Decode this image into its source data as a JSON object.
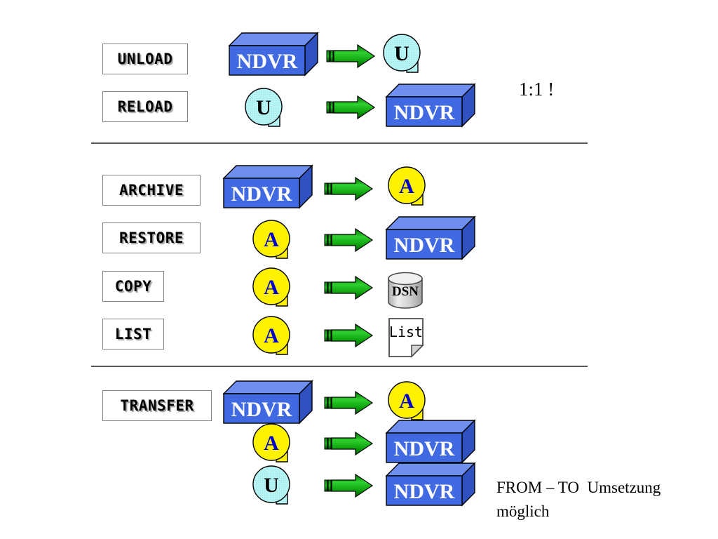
{
  "title": "NDVR tape operations diagram",
  "colors": {
    "ndvr_box_front": "#4169E1",
    "ndvr_box_top": "#6E8FEF",
    "ndvr_box_side": "#2F52C0",
    "ndvr_label_text": "#FFFFFF",
    "archive_tape_fill": "#FFF200",
    "archive_tape_text": "#0000CC",
    "unload_tape_fill": "#B8F4F4",
    "unload_tape_text": "#000000",
    "arrow_green_light": "#33CC33",
    "arrow_green_dark": "#006600",
    "dsn_cylinder_fill": "#D9D9D9",
    "list_page_fill": "#FFFFFF",
    "divider": "#595959",
    "box_border": "#808080"
  },
  "sections": [
    {
      "id": "section-load",
      "rows": [
        {
          "label": "UNLOAD",
          "source": {
            "kind": "ndvr-box",
            "text": "NDVR"
          },
          "arrow": {
            "kind": "arrow-right",
            "direction": "right"
          },
          "target": {
            "kind": "tape-unload",
            "text": "U"
          }
        },
        {
          "label": "RELOAD",
          "source": {
            "kind": "tape-unload",
            "text": "U"
          },
          "arrow": {
            "kind": "arrow-right",
            "direction": "right"
          },
          "target": {
            "kind": "ndvr-box",
            "text": "NDVR"
          }
        }
      ]
    },
    {
      "id": "section-archive",
      "rows": [
        {
          "label": "ARCHIVE",
          "source": {
            "kind": "ndvr-box",
            "text": "NDVR"
          },
          "arrow": {
            "kind": "arrow-right",
            "direction": "right"
          },
          "target": {
            "kind": "tape-archive",
            "text": "A"
          }
        },
        {
          "label": "RESTORE",
          "source": {
            "kind": "tape-archive",
            "text": "A"
          },
          "arrow": {
            "kind": "arrow-right",
            "direction": "right"
          },
          "target": {
            "kind": "ndvr-box",
            "text": "NDVR"
          }
        },
        {
          "label": "COPY",
          "source": {
            "kind": "tape-archive",
            "text": "A"
          },
          "arrow": {
            "kind": "arrow-right",
            "direction": "right"
          },
          "target": {
            "kind": "dsn-cylinder",
            "text": "DSN"
          }
        },
        {
          "label": "LIST",
          "source": {
            "kind": "tape-archive",
            "text": "A"
          },
          "arrow": {
            "kind": "arrow-right",
            "direction": "right"
          },
          "target": {
            "kind": "list-page",
            "text": "List"
          }
        }
      ]
    },
    {
      "id": "section-transfer",
      "rows": [
        {
          "label": "TRANSFER",
          "source": {
            "kind": "ndvr-box",
            "text": "NDVR"
          },
          "arrow": {
            "kind": "arrow-right",
            "direction": "right"
          },
          "target": {
            "kind": "tape-archive",
            "text": "A"
          }
        },
        {
          "label": "",
          "source": {
            "kind": "tape-archive",
            "text": "A"
          },
          "arrow": {
            "kind": "arrow-right",
            "direction": "right"
          },
          "target": {
            "kind": "ndvr-box",
            "text": "NDVR"
          }
        },
        {
          "label": "",
          "source": {
            "kind": "tape-unload",
            "text": "U"
          },
          "arrow": {
            "kind": "arrow-right",
            "direction": "right"
          },
          "target": {
            "kind": "ndvr-box",
            "text": "NDVR"
          }
        }
      ]
    }
  ],
  "annotations": {
    "ratio": "1:1 !",
    "note_line1": "FROM – TO  Umsetzung",
    "note_line2": "möglich"
  },
  "labels": {
    "unload": "UNLOAD",
    "reload": "RELOAD",
    "archive": "ARCHIVE",
    "restore": "RESTORE",
    "copy": "COPY",
    "list": "LIST",
    "transfer": "TRANSFER"
  },
  "glyphs": {
    "ndvr": "NDVR",
    "tape_u": "U",
    "tape_a": "A",
    "dsn": "DSN",
    "list_page": "List"
  }
}
